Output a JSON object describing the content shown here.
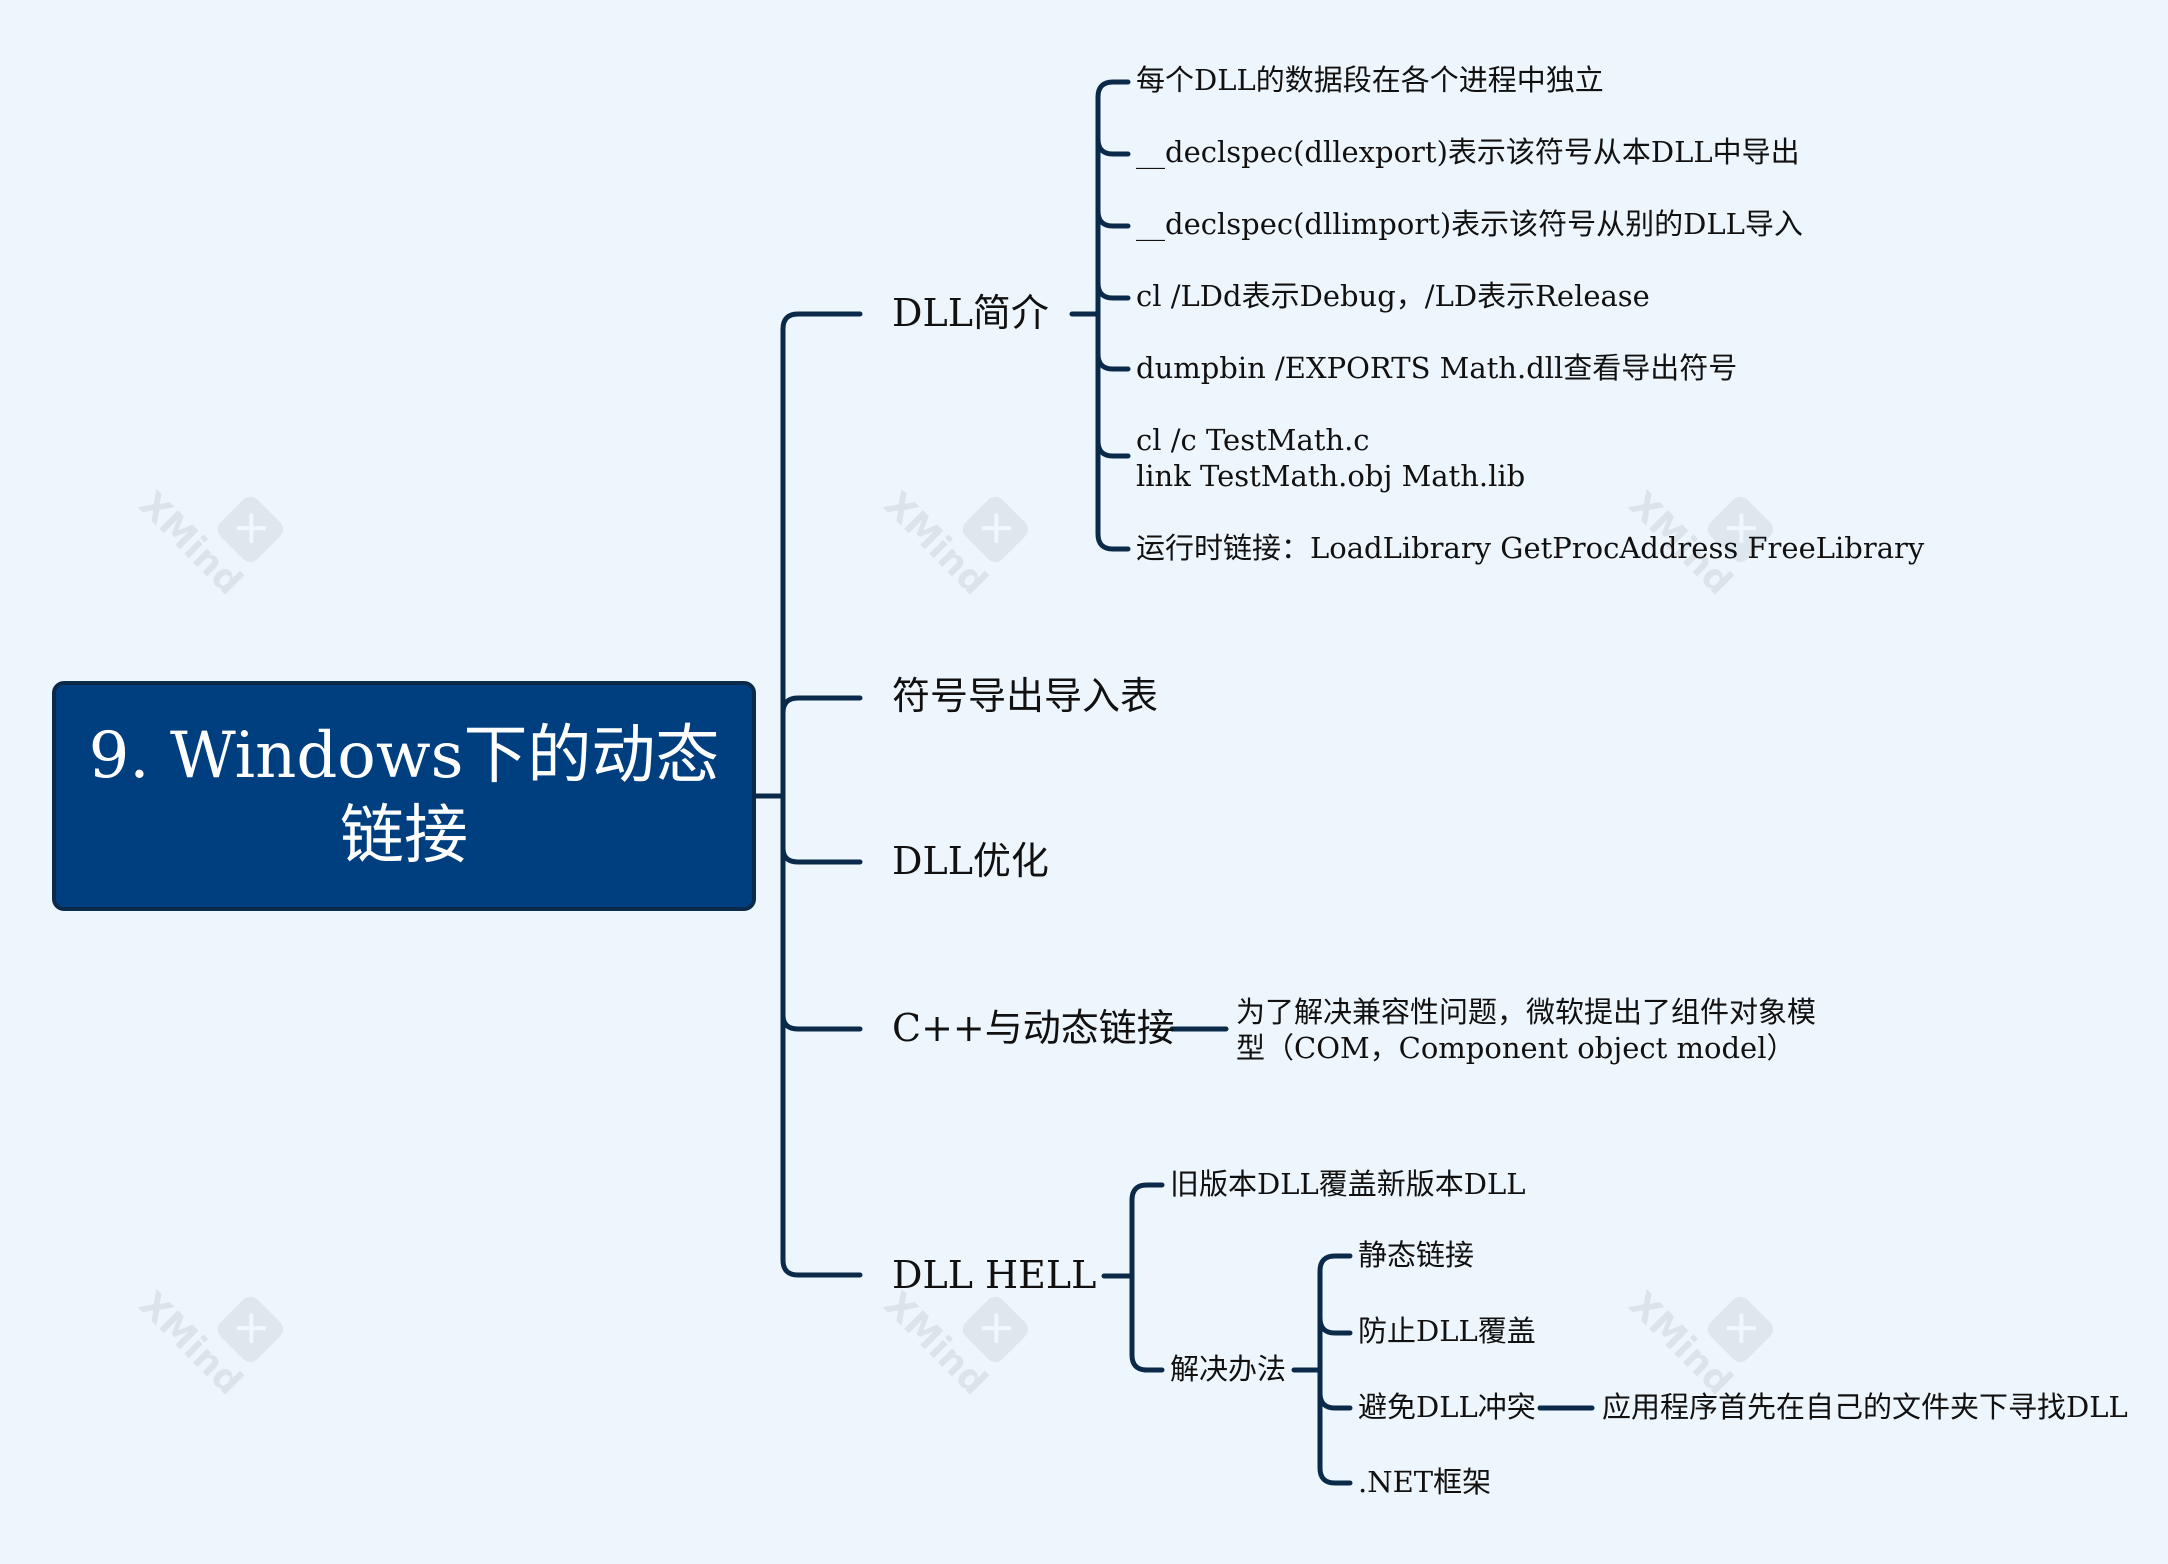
{
  "root": {
    "line1": "9. Windows下的动态",
    "line2": "链接"
  },
  "branches": {
    "dll_intro": {
      "label": "DLL简介",
      "children": [
        "每个DLL的数据段在各个进程中独立",
        "__declspec(dllexport)表示该符号从本DLL中导出",
        "__declspec(dllimport)表示该符号从别的DLL导入",
        "cl /LDd表示Debug，/LD表示Release",
        "dumpbin /EXPORTS Math.dll查看导出符号",
        "cl /c TestMath.c",
        "link TestMath.obj Math.lib",
        "运行时链接：LoadLibrary GetProcAddress FreeLibrary"
      ]
    },
    "symbol_table": {
      "label": "符号导出导入表"
    },
    "dll_opt": {
      "label": "DLL优化"
    },
    "cpp": {
      "label": "C++与动态链接",
      "child_line1": "为了解决兼容性问题，微软提出了组件对象模",
      "child_line2": "型（COM，Component object model）"
    },
    "dll_hell": {
      "label": "DLL HELL",
      "old_over_new": "旧版本DLL覆盖新版本DLL",
      "solution": {
        "label": "解决办法",
        "static_link": "静态链接",
        "prevent_overwrite": "防止DLL覆盖",
        "avoid_conflict": "避免DLL冲突",
        "avoid_conflict_detail": "应用程序首先在自己的文件夹下寻找DLL",
        "dotnet": ".NET框架"
      }
    }
  },
  "watermark": {
    "text": "XMind",
    "logo_glyph": "✕"
  },
  "colors": {
    "background": "#eef6fd",
    "root_fill": "#003f7f",
    "connector": "#0b2a4a"
  }
}
